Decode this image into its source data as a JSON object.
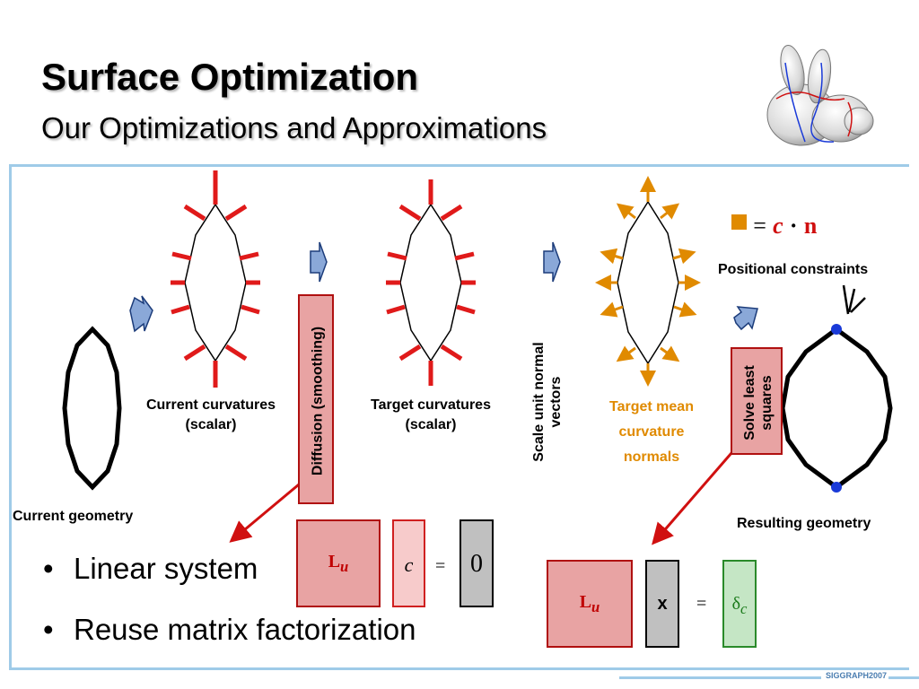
{
  "title": "Surface Optimization",
  "subtitle": "Our Optimizations and Approximations",
  "labels": {
    "current_geometry": "Current geometry",
    "current_curvatures": [
      "Current curvatures",
      "(scalar)"
    ],
    "target_curvatures": [
      "Target curvatures",
      "(scalar)"
    ],
    "diffusion": "Diffusion (smoothing)",
    "scale_normals": [
      "Scale unit normal",
      "vectors"
    ],
    "target_mean": [
      "Target mean",
      "curvature",
      "normals"
    ],
    "solve": [
      "Solve least",
      "squares"
    ],
    "positional_constraints": "Positional constraints",
    "resulting_geometry": "Resulting geometry"
  },
  "constraint_eq": {
    "equals": "=",
    "c": "c",
    "dot": "·",
    "n": "n"
  },
  "eq1": {
    "L": "L",
    "L_sub": "u",
    "c": "c",
    "equals": "=",
    "zero": "0"
  },
  "eq2": {
    "L": "L",
    "L_sub": "u",
    "x": "x",
    "equals": "=",
    "delta": "δ",
    "delta_sub": "c"
  },
  "bullets": [
    "Linear system",
    "Reuse matrix factorization"
  ],
  "footer": "SIGGRAPH2007",
  "colors": {
    "curvature_red": "#e01a1a",
    "normal_orange": "#e08a00",
    "arrow_blue": "#8aa8d8",
    "box_pink": "#e8a3a3",
    "matrix_gray": "#c0c0c0",
    "matrix_green": "#c5e6c5",
    "frame_blue": "#9fcbe8",
    "constraint_dot": "#1a3ad8"
  }
}
